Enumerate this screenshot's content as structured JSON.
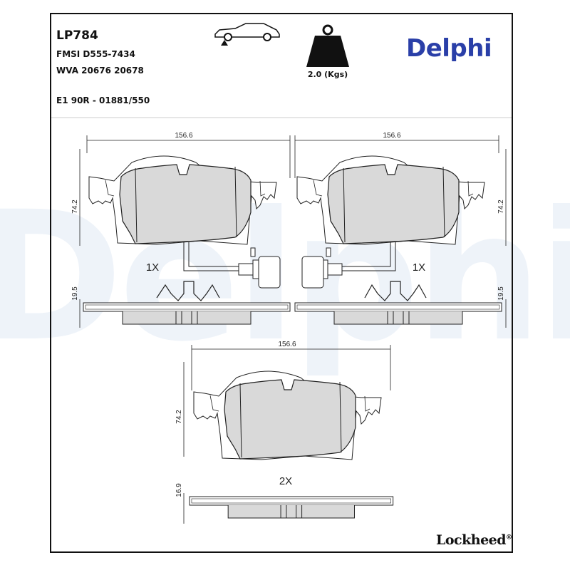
{
  "header": {
    "part_number": "LP784",
    "fmsi": "FMSI D555-7434",
    "wva": "WVA 20676 20678",
    "ece": "E1 90R - 01881/550",
    "weight": "2.0 (Kgs)"
  },
  "brand": {
    "name": "Delphi",
    "watermark": "Delphi",
    "color": "#2a3fa8",
    "watermark_color": "#eef3f9"
  },
  "footer": {
    "brand": "Lockheed",
    "mark": "®"
  },
  "icons": [
    "car-front-axle-icon",
    "weight-icon"
  ],
  "pads": {
    "top_left": {
      "width": "156.6",
      "height": "74.2",
      "thickness": "19.5",
      "quantity": "1X"
    },
    "top_right": {
      "width": "156.6",
      "height": "74.2",
      "thickness": "19.5",
      "quantity": "1X"
    },
    "bottom": {
      "width": "156.6",
      "height": "74.2",
      "thickness": "16.9",
      "quantity": "2X"
    }
  }
}
